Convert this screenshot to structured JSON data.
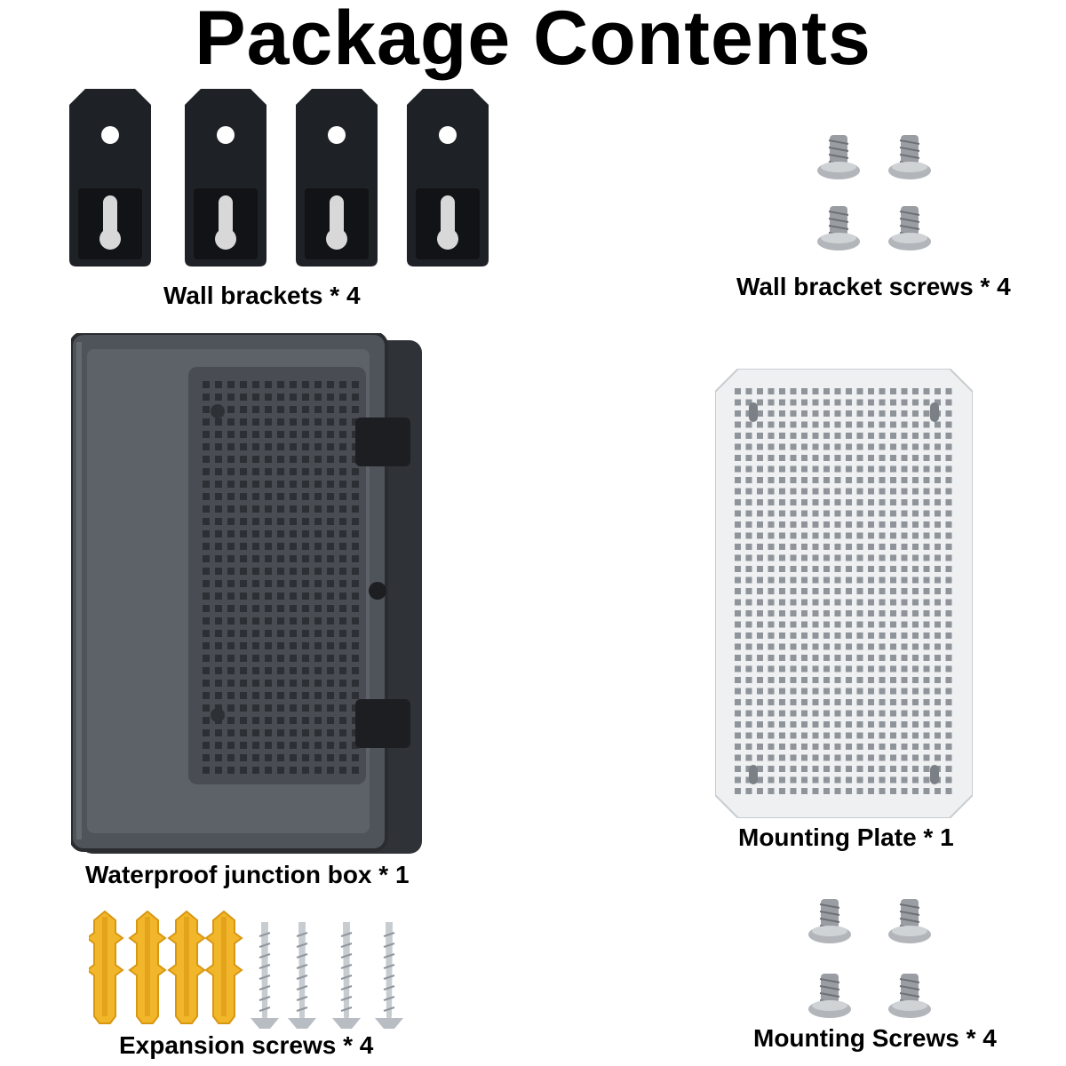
{
  "page": {
    "title": "Package Contents"
  },
  "items": {
    "wall_brackets": {
      "label": "Wall brackets * 4",
      "quantity": 4
    },
    "wall_bracket_screws": {
      "label": "Wall bracket screws * 4",
      "quantity": 4
    },
    "junction_box": {
      "label": "Waterproof junction box * 1",
      "quantity": 1
    },
    "mounting_plate": {
      "label": "Mounting Plate * 1",
      "quantity": 1
    },
    "expansion_screws": {
      "label": "Expansion screws * 4",
      "quantity": 4
    },
    "mounting_screws": {
      "label": "Mounting Screws * 4",
      "quantity": 4
    }
  },
  "colors": {
    "bracket": "#1e2126",
    "box_body": "#3a3d42",
    "lid_tint": "#5c6066",
    "plate": "#eef0f1",
    "screw_steel": "#a8acb0",
    "anchor_yellow": "#f2b62b",
    "wood_screw_zinc": "#c7ccd1"
  }
}
